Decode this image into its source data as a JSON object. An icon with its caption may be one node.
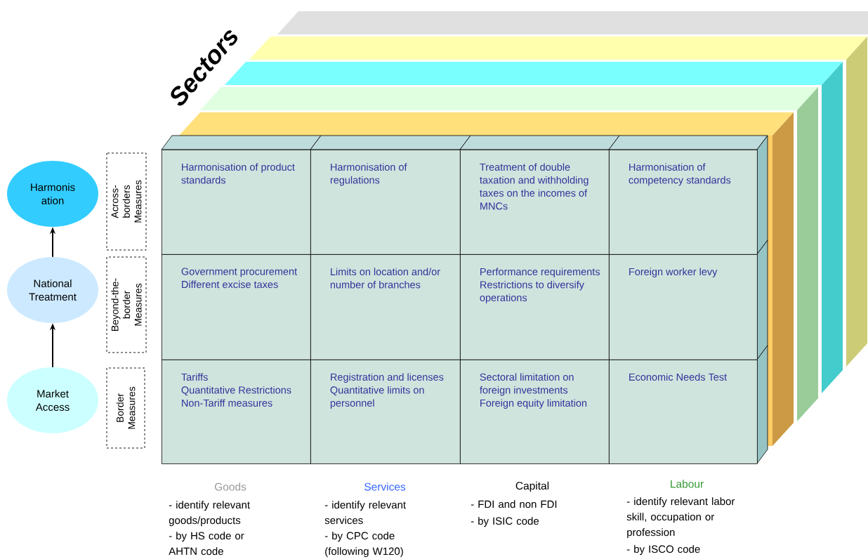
{
  "diagram": {
    "nodes": [
      {
        "text": [
          "Harmonis ation"
        ]
      },
      {
        "text": [
          "National Treatment"
        ]
      },
      {
        "text": [
          "Market Access"
        ]
      },
      {
        "text": [
          "Across- borders Measures"
        ]
      },
      {
        "text": [
          "Beyond-the- border Measures"
        ]
      },
      {
        "text": [
          "Border Measures"
        ]
      },
      {
        "text": [
          "Harmonisation of product standards"
        ]
      },
      {
        "text": [
          "Harmonisation of regulations"
        ]
      },
      {
        "text": [
          "Treatment of double taxation and withholding taxes on the incomes of MNCs"
        ]
      },
      {
        "text": [
          "Harmonisation of competency standards"
        ]
      },
      {
        "text": [
          "Government procurement",
          "Different excise taxes"
        ]
      },
      {
        "text": [
          "Limits on location and/or number of branches"
        ]
      },
      {
        "text": [
          "Performance requirements",
          "Restrictions to diversify operations"
        ]
      },
      {
        "text": [
          "Foreign worker levy"
        ]
      },
      {
        "text": [
          "Tariffs",
          "Quantitative Restrictions",
          "Non-Tariff measures"
        ]
      },
      {
        "text": [
          "Registration and licenses",
          "Quantitative limits on personnel"
        ]
      },
      {
        "text": [
          "Sectoral limitation on foreign investments",
          "Foreign equity limitation"
        ]
      },
      {
        "text": [
          "Economic Needs Test"
        ]
      }
    ],
    "edges": [
      {
        "from": 2,
        "to": 1,
        "arrow": "to"
      },
      {
        "from": 1,
        "to": 0,
        "arrow": "to"
      }
    ],
    "labels": [
      "Sectors",
      "Goods",
      "- identify relevant goods/products",
      "- by HS code or AHTN code",
      "Services",
      "- identify relevant services",
      "- by CPC code (following W120)",
      "Capital",
      "- FDI and non FDI",
      "- by ISIC code",
      "Labour",
      "- identify relevant labor skill, occupation or profession",
      "- by ISCO code"
    ]
  }
}
